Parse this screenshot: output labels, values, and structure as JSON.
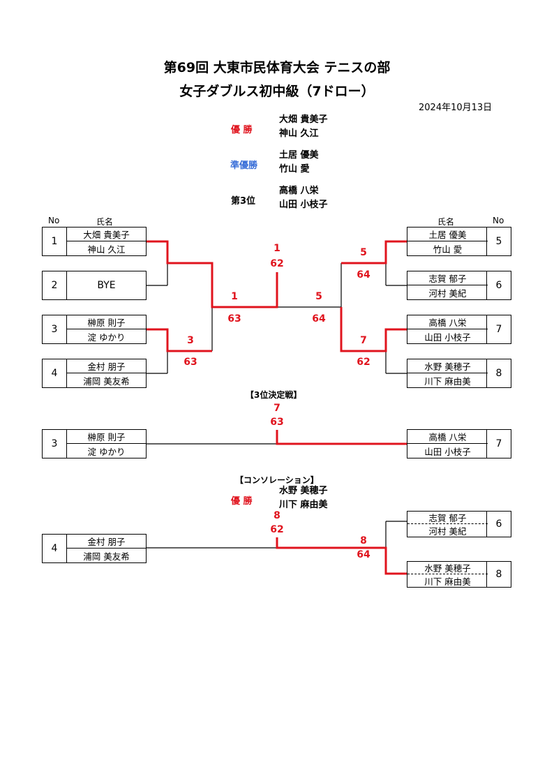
{
  "header": {
    "title_line1": "第69回 大東市民体育大会 テニスの部",
    "title_line2": "女子ダブルス初中級（7ドロー）",
    "date": "2024年10月13日"
  },
  "results": {
    "winner_label": "優 勝",
    "winner_names": [
      "大畑 貴美子",
      "神山 久江"
    ],
    "runnerup_label": "準優勝",
    "runnerup_names": [
      "土居 優美",
      "竹山 愛"
    ],
    "third_label": "第3位",
    "third_names": [
      "高橋 八栄",
      "山田 小枝子"
    ]
  },
  "column_headers": {
    "no": "No",
    "name": "氏名"
  },
  "entries": [
    {
      "no": "1",
      "p1": "大畑 貴美子",
      "p2": "神山 久江"
    },
    {
      "no": "2",
      "bye": "BYE"
    },
    {
      "no": "3",
      "p1": "榊原 則子",
      "p2": "淀 ゆかり"
    },
    {
      "no": "4",
      "p1": "金村 朋子",
      "p2": "浦岡 美友希"
    },
    {
      "no": "5",
      "p1": "土居 優美",
      "p2": "竹山 愛"
    },
    {
      "no": "6",
      "p1": "志賀 郁子",
      "p2": "河村 美紀"
    },
    {
      "no": "7",
      "p1": "高橋 八栄",
      "p2": "山田 小枝子"
    },
    {
      "no": "8",
      "p1": "水野 美穂子",
      "p2": "川下 麻由美"
    }
  ],
  "main_scores": {
    "sf1_winner": "1",
    "sf1_score": "63",
    "sf2_winner": "5",
    "sf2_score": "64",
    "final_winner": "1",
    "final_score": "62",
    "qf3_winner": "3",
    "qf3_score": "63",
    "qf5_winner": "5",
    "qf5_score": "64",
    "qf7_winner": "7",
    "qf7_score": "62"
  },
  "third_place": {
    "heading": "【3位決定戦】",
    "winner": "7",
    "score": "63"
  },
  "consolation": {
    "heading": "【コンソレーション】",
    "winner_label": "優 勝",
    "winner_names": [
      "水野 美穂子",
      "川下 麻由美"
    ],
    "final_winner": "8",
    "final_score": "62",
    "semi_winner": "8",
    "semi_score": "64"
  },
  "colors": {
    "winner_line": "#e0141e",
    "accent_blue": "#3a6fd8"
  }
}
